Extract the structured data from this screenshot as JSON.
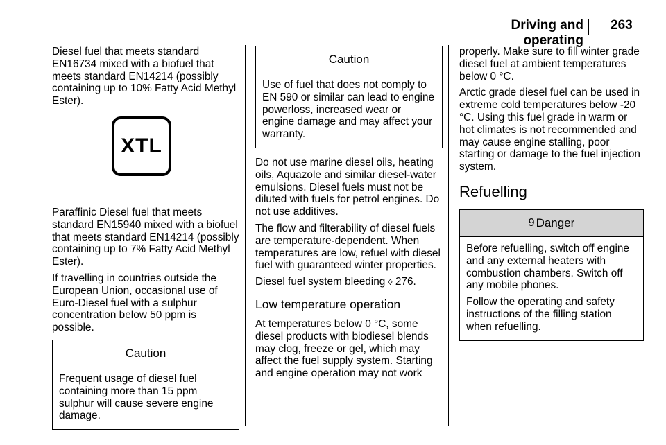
{
  "header": {
    "title": "Driving and operating",
    "page_number": "263"
  },
  "col1": {
    "para1": "Diesel fuel that meets standard EN16734 mixed with a biofuel that meets standard EN14214 (possibly containing up to 10% Fatty Acid Methyl Ester).",
    "xtl_label": "XTL",
    "para2": "Paraffinic Diesel fuel that meets standard EN15940 mixed with a biofuel that meets standard EN14214 (possibly containing up to 7% Fatty Acid Methyl Ester).",
    "para3": "If travelling in countries outside the European Union, occasional use of Euro-Diesel fuel with a sulphur concentration below 50 ppm is possible.",
    "caution_title": "Caution",
    "caution_text": "Frequent usage of diesel fuel containing more than 15 ppm sulphur will cause severe engine damage."
  },
  "col2": {
    "caution_title": "Caution",
    "caution_text": "Use of fuel that does not comply to EN 590 or similar can lead to engine powerloss, increased wear or engine damage and may affect your warranty.",
    "para1": "Do not use marine diesel oils, heating oils, Aquazole and similar diesel-water emulsions. Diesel fuels must not be diluted with fuels for petrol engines. Do not use additives.",
    "para2": "The flow and filterability of diesel fuels are temperature-dependent. When temperatures are low, refuel with diesel fuel with guaranteed winter properties.",
    "para3_text": "Diesel fuel system bleeding",
    "para3_arrow": "◊",
    "para3_ref": "276.",
    "subheading": "Low temperature operation",
    "para4": "At temperatures below 0 °C, some diesel products with biodiesel blends may clog, freeze or gel, which may affect the fuel supply system. Starting and engine operation may not work"
  },
  "col3": {
    "para1": "properly. Make sure to fill winter grade diesel fuel at ambient temperatures below 0 °C.",
    "para2": "Arctic grade diesel fuel can be used in extreme cold temperatures below -20 °C. Using this fuel grade in warm or hot climates is not recommended and may cause engine stalling, poor starting or damage to the fuel injection system.",
    "section_heading": "Refuelling",
    "danger_symbol": "9",
    "danger_title": "Danger",
    "danger_text1": "Before refuelling, switch off engine and any external heaters with combustion chambers. Switch off any mobile phones.",
    "danger_text2": "Follow the operating and safety instructions of the filling station when refuelling."
  }
}
